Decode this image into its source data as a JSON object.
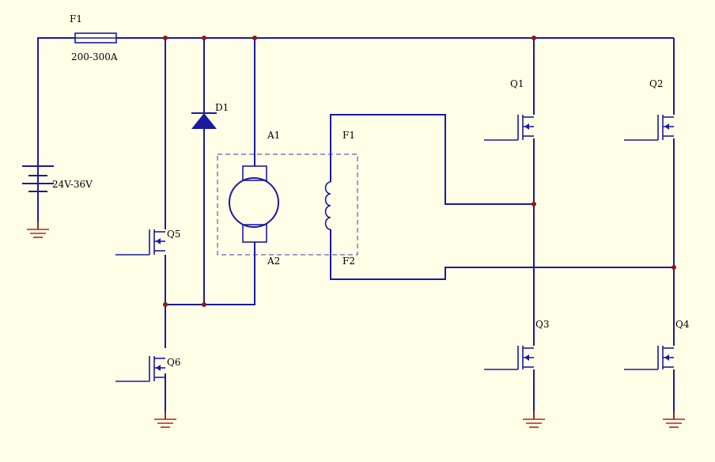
{
  "colors": {
    "background": "#FFFFE8",
    "wire": "#1A1AA0",
    "ground": "#B0261E",
    "junction": "#8B1A1A"
  },
  "labels": {
    "fuse": "F1",
    "fuse_rating": "200-300A",
    "battery": "24V-36V",
    "diode": "D1",
    "armature_a1": "A1",
    "armature_a2": "A2",
    "field_f1": "F1",
    "field_f2": "F2",
    "q1": "Q1",
    "q2": "Q2",
    "q3": "Q3",
    "q4": "Q4",
    "q5": "Q5",
    "q6": "Q6"
  }
}
